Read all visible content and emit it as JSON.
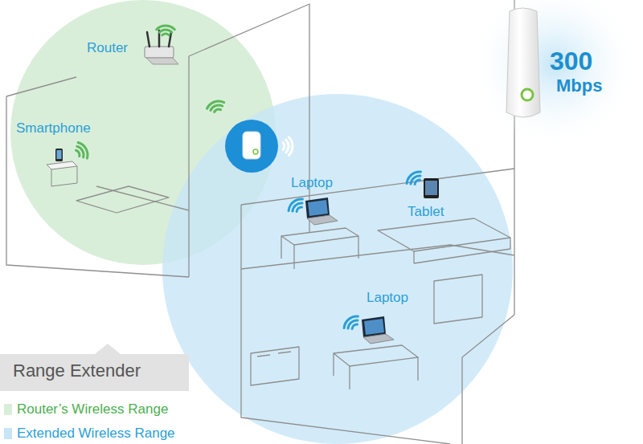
{
  "diagram": {
    "nodes": [
      {
        "text": [
          "Range Extender"
        ]
      }
    ],
    "labels": [
      "Router",
      "Smartphone",
      "Laptop",
      "Tablet",
      "Laptop",
      "300",
      "Mbps"
    ],
    "legend": [
      {
        "text": "Router’s Wireless Range",
        "color": "#d9eed9"
      },
      {
        "text": "Extended Wireless Range",
        "color": "#c6e5f6"
      }
    ]
  }
}
